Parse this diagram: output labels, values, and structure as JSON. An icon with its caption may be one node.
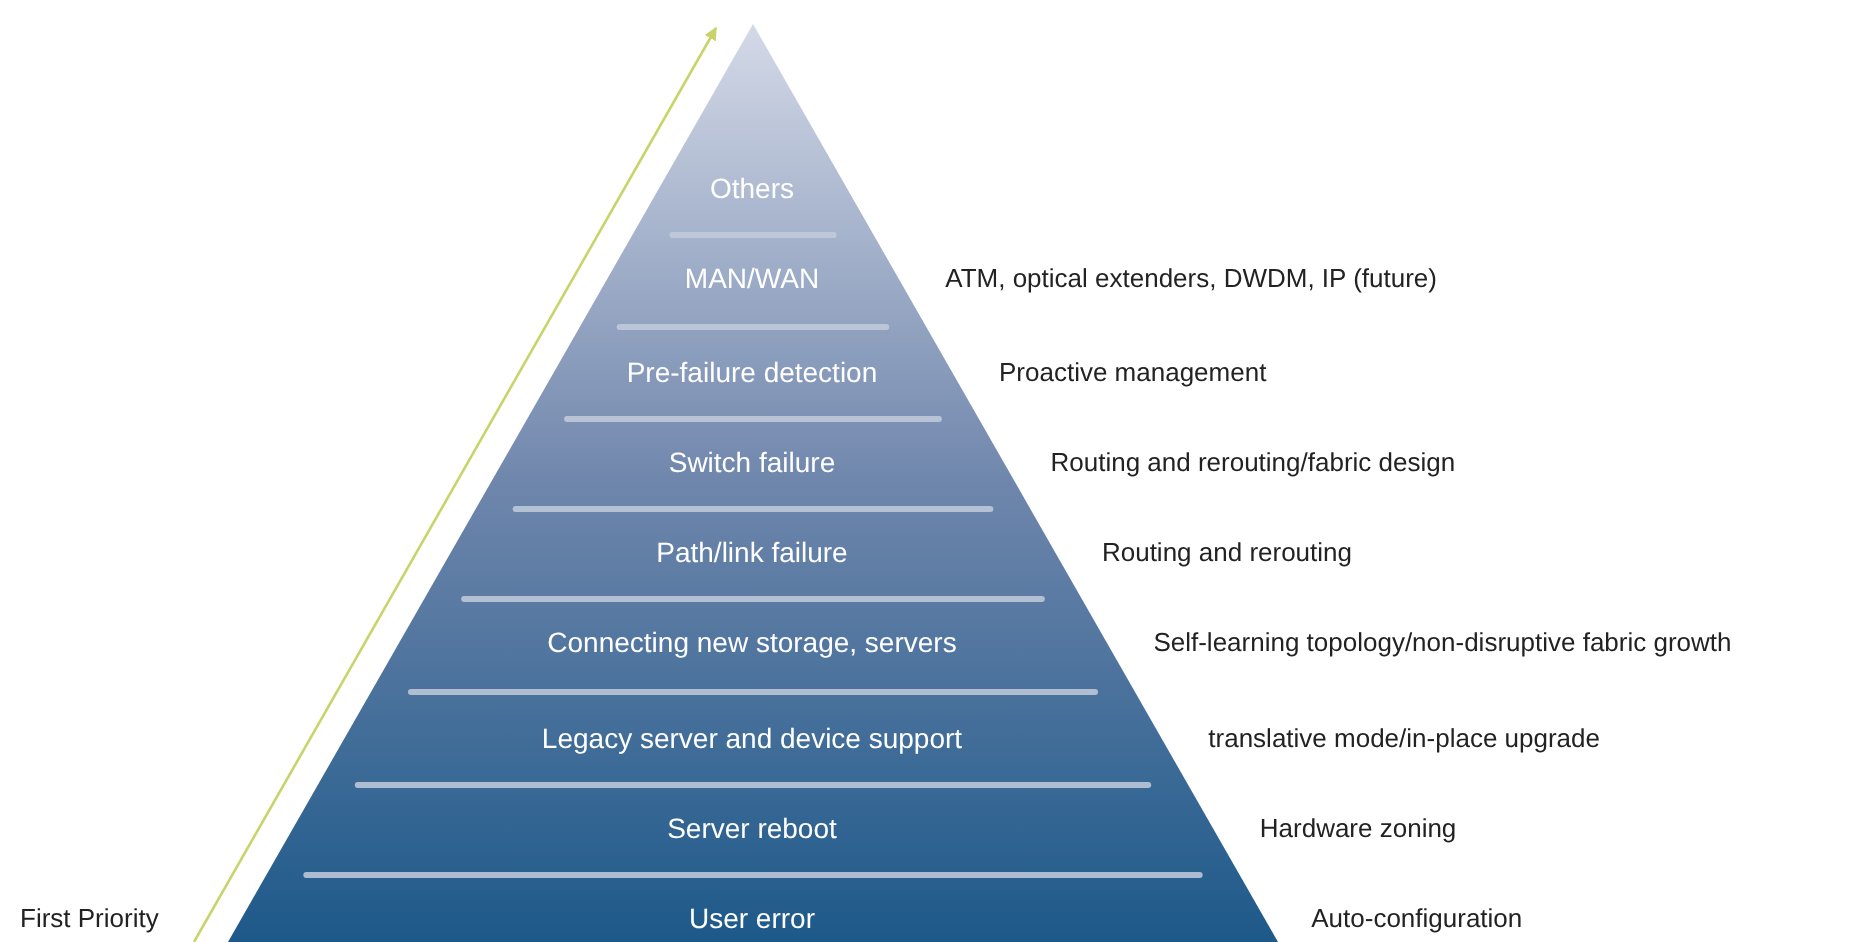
{
  "diagram": {
    "nodes": [
      {
        "text": [],
        "shape": "triangle"
      },
      {
        "text": [
          "Others"
        ],
        "in": 0
      },
      {
        "text": [
          "MAN/WAN"
        ],
        "in": 0
      },
      {
        "text": [
          "Pre-failure detection"
        ],
        "in": 0
      },
      {
        "text": [
          "Switch failure"
        ],
        "in": 0
      },
      {
        "text": [
          "Path/link failure"
        ],
        "in": 0
      },
      {
        "text": [
          "Connecting new storage, servers"
        ],
        "in": 0
      },
      {
        "text": [
          "Legacy server and device support"
        ],
        "in": 0
      },
      {
        "text": [
          "Server reboot"
        ],
        "in": 0
      },
      {
        "text": [
          "User error"
        ],
        "in": 0
      }
    ],
    "labels": [
      "ATM, optical extenders, DWDM, IP (future)",
      "Proactive management",
      "Routing and rerouting/fabric design",
      "Routing and rerouting",
      "Self-learning topology/non-disruptive fabric growth",
      "translative mode/in-place upgrade",
      "Hardware zoning",
      "First Priority",
      "Auto-configuration"
    ]
  }
}
